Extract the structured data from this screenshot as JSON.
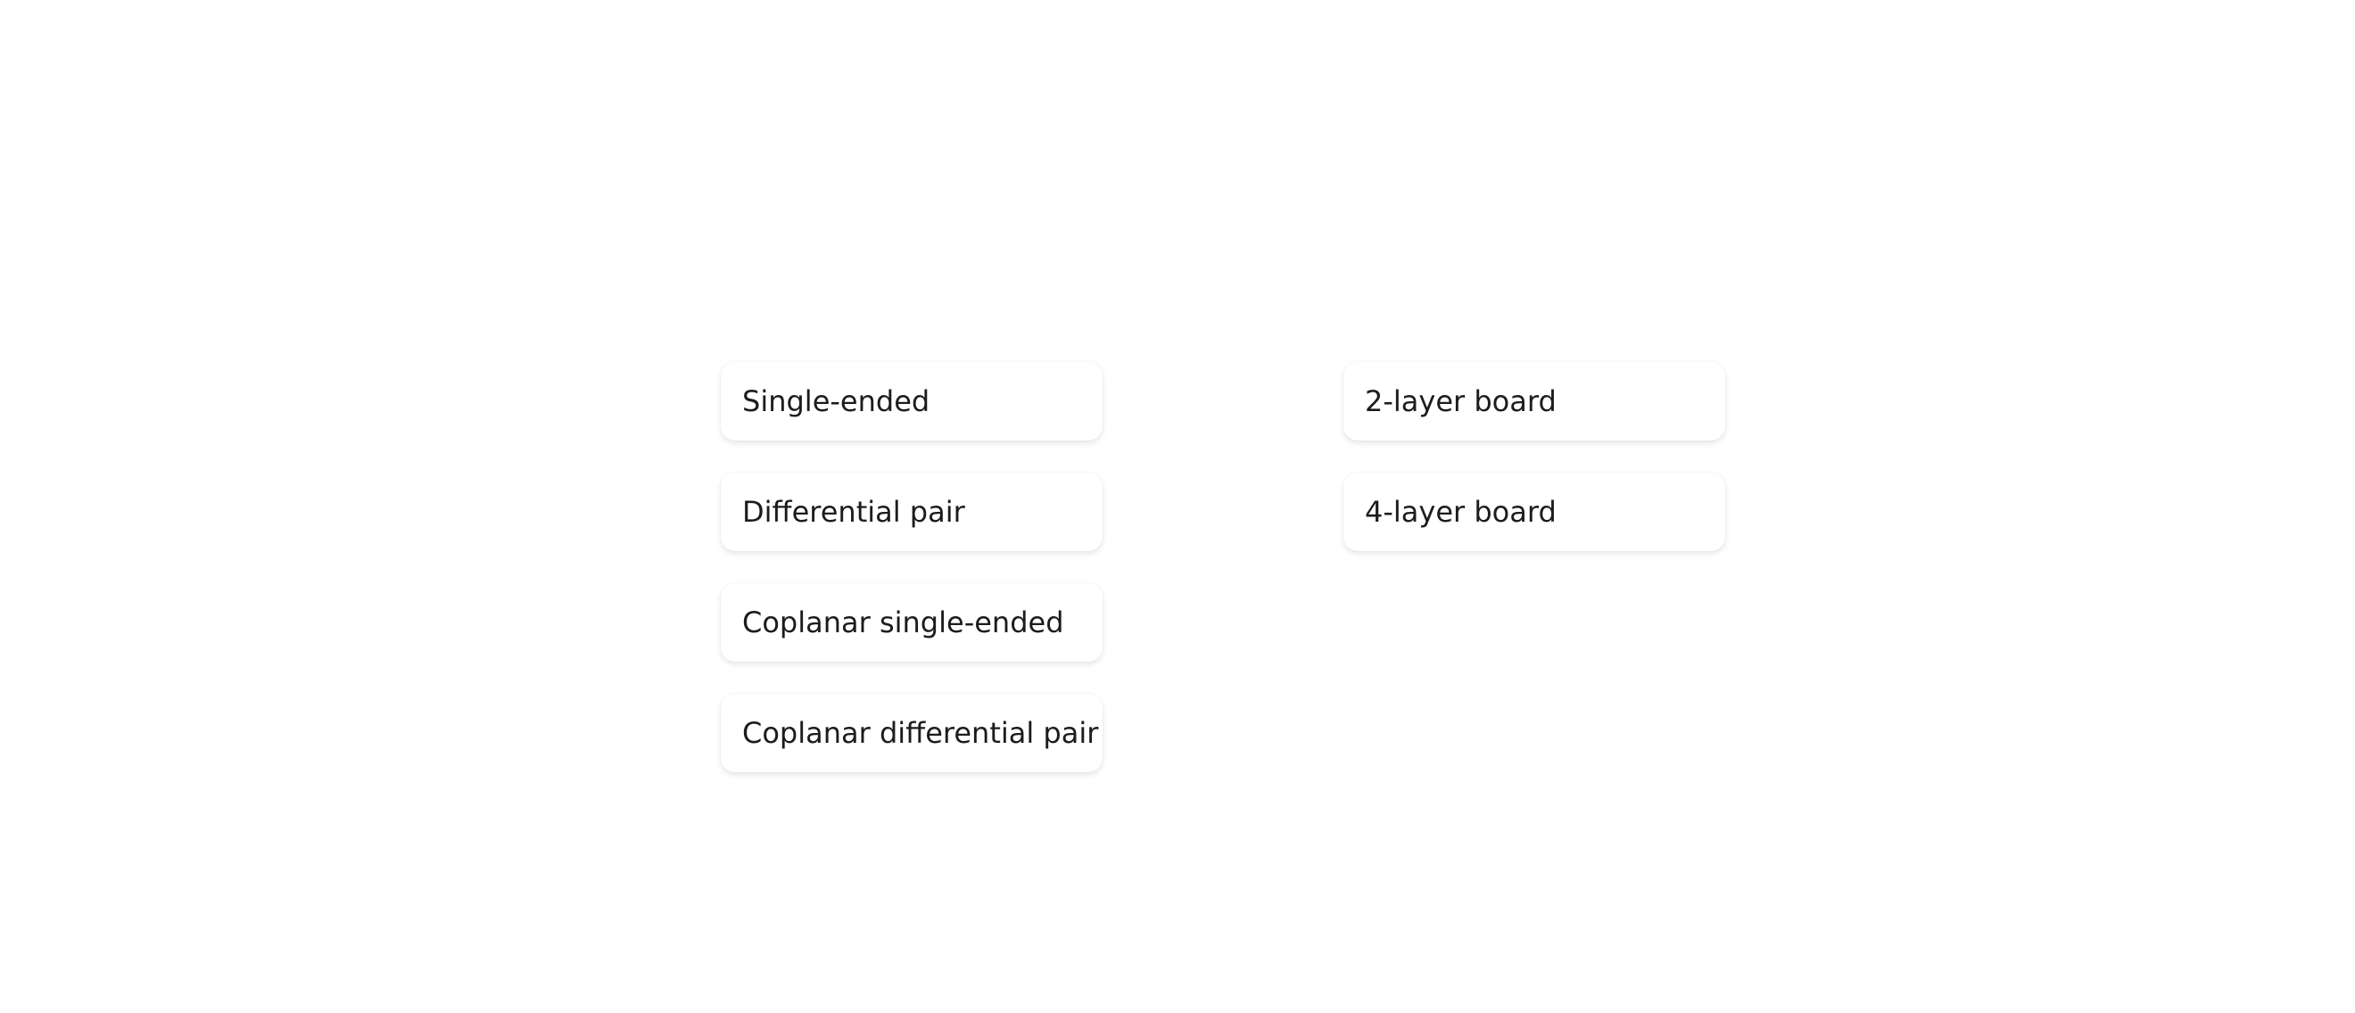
{
  "trace_type_options": [
    {
      "label": "Single-ended"
    },
    {
      "label": "Differential pair"
    },
    {
      "label": "Coplanar single-ended"
    },
    {
      "label": "Coplanar differential pair"
    }
  ],
  "board_options": [
    {
      "label": "2-layer board"
    },
    {
      "label": "4-layer board"
    }
  ],
  "colors": {
    "background": "#ffffff",
    "card": "#ffffff",
    "text": "#1c1c1e"
  }
}
